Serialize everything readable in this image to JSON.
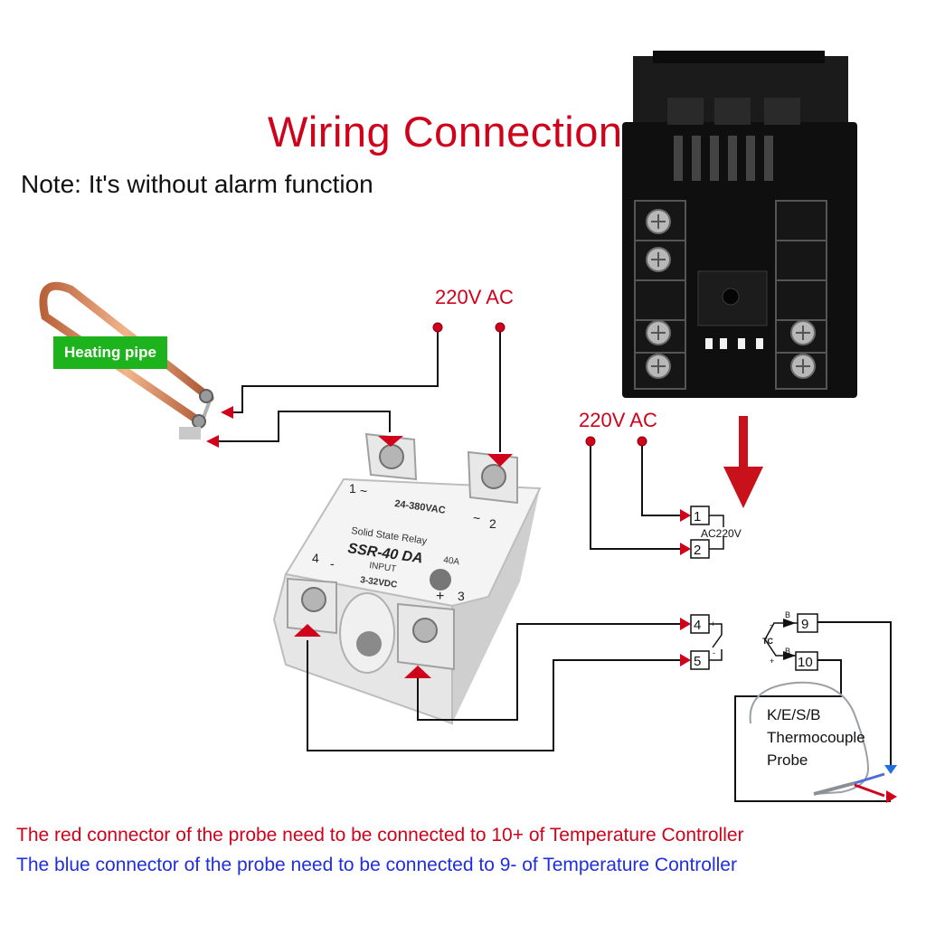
{
  "title": "Wiring Connection",
  "note": "Note: It's without alarm function",
  "heating_pipe": {
    "label": "Heating pipe"
  },
  "ssr": {
    "voltage": "24-380VAC",
    "name": "Solid State Relay",
    "model": "SSR-40 DA",
    "current": "40A",
    "input": "INPUT",
    "input_range": "3-32VDC",
    "terminal_1": "1",
    "terminal_2": "2",
    "terminal_3": "3",
    "terminal_4": "4"
  },
  "supply_top": {
    "label": "220V AC"
  },
  "supply_controller": {
    "label": "220V AC"
  },
  "terminals": {
    "t1": "1",
    "t2": "2",
    "ac_label": "AC220V",
    "t4": "4",
    "t5": "5",
    "t9": "9",
    "t10": "10",
    "tc_label": "TC",
    "b_label": "B"
  },
  "probe": {
    "line1": "K/E/S/B",
    "line2": "Thermocouple",
    "line3": "Probe"
  },
  "footer": {
    "red_note": "The red connector of the probe need to be connected to 10+ of Temperature Controller",
    "blue_note": "The blue connector of the probe need to be connected to 9- of Temperature Controller"
  },
  "colors": {
    "red": "#d0021b",
    "blue": "#1f2ee0",
    "green": "#1cb31c",
    "wire": "#111111"
  }
}
